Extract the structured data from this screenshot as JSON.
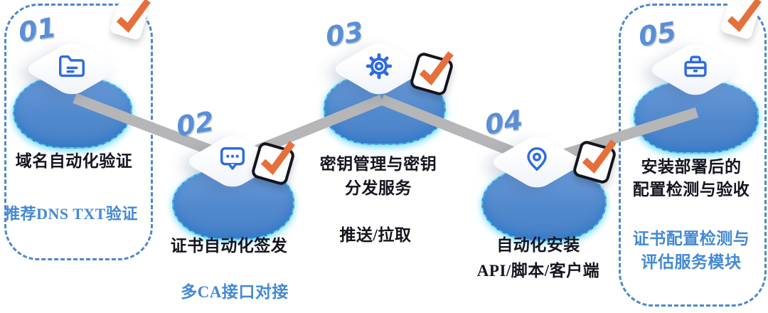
{
  "colors": {
    "accent_blue": "#2f6be0",
    "number_blue": "#5a8fd6",
    "blob_blue": "#5b8fd0",
    "glow_cyan": "#2fd4ff",
    "check_orange": "#e5703b",
    "dark_text": "#15151f",
    "blue_text": "#4489d4",
    "connector_gray": "#b6b6b8",
    "dashed_box_blue": "#4d88cc"
  },
  "steps": [
    {
      "number": "01",
      "icon": "folder-icon",
      "line1": "域名自动化验证",
      "sub1": "推荐DNS  TXT验证"
    },
    {
      "number": "02",
      "icon": "chat-icon",
      "line1": "证书自动化签发",
      "sub1": "多CA接口对接"
    },
    {
      "number": "03",
      "icon": "gear-icon",
      "line1": "密钥管理与密钥",
      "line2": "分发服务",
      "sub1": "推送/拉取"
    },
    {
      "number": "04",
      "icon": "location-icon",
      "line1": "自动化安装",
      "line2": "API/脚本/客户端"
    },
    {
      "number": "05",
      "icon": "briefcase-icon",
      "line1": "安装部署后的",
      "line2": "配置检测与验收",
      "sub1": "证书配置检测与",
      "sub2": "评估服务模块"
    }
  ]
}
